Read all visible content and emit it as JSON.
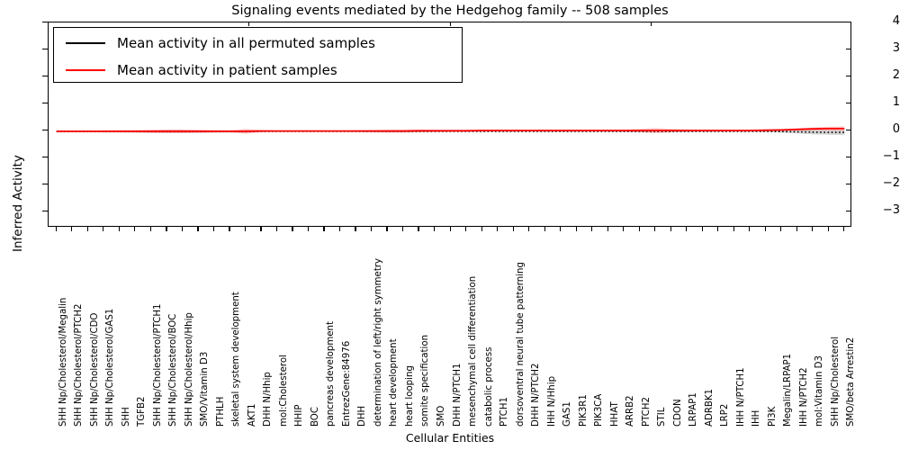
{
  "chart_data": {
    "type": "line",
    "title": "Signaling events mediated by the Hedgehog family -- 508 samples",
    "xlabel": "Cellular Entities",
    "ylabel": "Inferred Activity",
    "ylim": [
      -3.6,
      4.0
    ],
    "yticks": [
      -3,
      -2,
      -1,
      0,
      1,
      2,
      3,
      4
    ],
    "grid": false,
    "legend_position": "upper left",
    "n_samples": 508,
    "categories": [
      "SHH Np/Cholesterol/Megalin",
      "SHH Np/Cholesterol/PTCH2",
      "SHH Np/Cholesterol/CDO",
      "SHH Np/Cholesterol/GAS1",
      "SHH",
      "TGFB2",
      "SHH Np/Cholesterol/PTCH1",
      "SHH Np/Cholesterol/BOC",
      "SHH Np/Cholesterol/Hhip",
      "SMO/Vitamin D3",
      "PTHLH",
      "skeletal system development",
      "AKT1",
      "DHH N/Hhip",
      "mol:Cholesterol",
      "HHIP",
      "BOC",
      "pancreas development",
      "EntrezGene:84976",
      "DHH",
      "determination of left/right symmetry",
      "heart development",
      "heart looping",
      "somite specification",
      "SMO",
      "DHH N/PTCH1",
      "mesenchymal cell differentiation",
      "catabolic process",
      "PTCH1",
      "dorsoventral neural tube patterning",
      "DHH N/PTCH2",
      "IHH N/Hhip",
      "GAS1",
      "PIK3R1",
      "PIK3CA",
      "HHAT",
      "ARRB2",
      "PTCH2",
      "STIL",
      "CDON",
      "LRPAP1",
      "ADRBK1",
      "LRP2",
      "IHH N/PTCH1",
      "IHH",
      "PI3K",
      "Megalin/LRPAP1",
      "IHH N/PTCH2",
      "mol:Vitamin D3",
      "SHH Np/Cholesterol",
      "SMO/beta Arrestin2"
    ],
    "series": [
      {
        "name": "Mean activity in all permuted samples",
        "color": "#000000",
        "style": "dotted",
        "values": [
          -0.04,
          -0.04,
          -0.04,
          -0.04,
          -0.04,
          -0.04,
          -0.04,
          -0.04,
          -0.04,
          -0.04,
          -0.04,
          -0.04,
          -0.04,
          -0.03,
          -0.03,
          -0.03,
          -0.03,
          -0.03,
          -0.03,
          -0.03,
          -0.03,
          -0.03,
          -0.03,
          -0.03,
          -0.03,
          -0.03,
          -0.03,
          -0.03,
          -0.03,
          -0.03,
          -0.03,
          -0.03,
          -0.03,
          -0.03,
          -0.03,
          -0.03,
          -0.03,
          -0.03,
          -0.03,
          -0.03,
          -0.03,
          -0.03,
          -0.03,
          -0.03,
          -0.03,
          -0.03,
          -0.04,
          -0.05,
          -0.06,
          -0.07,
          -0.07
        ],
        "band_color": "#bfbfbf",
        "band_lower": [
          -0.06,
          -0.06,
          -0.06,
          -0.07,
          -0.07,
          -0.08,
          -0.09,
          -0.1,
          -0.1,
          -0.09,
          -0.08,
          -0.07,
          -0.09,
          -0.06,
          -0.05,
          -0.05,
          -0.05,
          -0.05,
          -0.05,
          -0.06,
          -0.07,
          -0.08,
          -0.08,
          -0.07,
          -0.06,
          -0.05,
          -0.05,
          -0.05,
          -0.05,
          -0.05,
          -0.05,
          -0.05,
          -0.05,
          -0.05,
          -0.05,
          -0.05,
          -0.06,
          -0.07,
          -0.08,
          -0.07,
          -0.06,
          -0.05,
          -0.05,
          -0.05,
          -0.05,
          -0.06,
          -0.08,
          -0.11,
          -0.14,
          -0.16,
          -0.17
        ],
        "band_upper": [
          -0.02,
          -0.02,
          -0.02,
          -0.01,
          -0.01,
          0.0,
          0.01,
          0.02,
          0.02,
          0.01,
          0.0,
          -0.01,
          0.02,
          -0.01,
          -0.01,
          -0.01,
          -0.01,
          -0.01,
          -0.01,
          0.0,
          0.01,
          0.02,
          0.02,
          0.01,
          0.0,
          -0.01,
          -0.01,
          -0.01,
          -0.01,
          -0.01,
          -0.01,
          -0.01,
          -0.01,
          -0.01,
          -0.01,
          -0.01,
          0.0,
          0.01,
          0.02,
          0.01,
          0.0,
          -0.01,
          -0.01,
          -0.01,
          -0.01,
          0.0,
          0.01,
          0.02,
          0.03,
          0.03,
          0.03
        ]
      },
      {
        "name": "Mean activity in patient samples",
        "color": "#ff0000",
        "style": "solid",
        "values": [
          -0.03,
          -0.03,
          -0.03,
          -0.03,
          -0.03,
          -0.03,
          -0.03,
          -0.03,
          -0.03,
          -0.03,
          -0.03,
          -0.03,
          -0.03,
          -0.02,
          -0.02,
          -0.02,
          -0.02,
          -0.02,
          -0.02,
          -0.02,
          -0.02,
          -0.02,
          -0.02,
          -0.01,
          -0.01,
          -0.01,
          -0.01,
          0.0,
          0.0,
          0.0,
          0.0,
          0.0,
          0.0,
          0.0,
          0.0,
          0.0,
          0.0,
          0.0,
          0.0,
          0.0,
          0.0,
          0.0,
          0.0,
          0.0,
          0.0,
          0.01,
          0.02,
          0.04,
          0.06,
          0.07,
          0.07
        ],
        "band_color": "#ff9c9c",
        "band_lower": [
          -0.05,
          -0.05,
          -0.05,
          -0.06,
          -0.07,
          -0.08,
          -0.09,
          -0.1,
          -0.1,
          -0.09,
          -0.08,
          -0.07,
          -0.12,
          -0.06,
          -0.04,
          -0.04,
          -0.04,
          -0.04,
          -0.04,
          -0.05,
          -0.06,
          -0.07,
          -0.07,
          -0.06,
          -0.04,
          -0.03,
          -0.03,
          -0.03,
          -0.03,
          -0.03,
          -0.03,
          -0.03,
          -0.03,
          -0.03,
          -0.03,
          -0.03,
          -0.05,
          -0.07,
          -0.1,
          -0.07,
          -0.04,
          -0.03,
          -0.03,
          -0.03,
          -0.03,
          -0.03,
          -0.02,
          0.0,
          0.0,
          -0.01,
          -0.02
        ],
        "band_upper": [
          -0.01,
          -0.01,
          -0.01,
          0.0,
          0.01,
          0.02,
          0.03,
          0.04,
          0.04,
          0.03,
          0.02,
          0.01,
          0.06,
          0.02,
          0.0,
          0.0,
          0.0,
          0.0,
          0.0,
          0.01,
          0.02,
          0.03,
          0.03,
          0.03,
          0.02,
          0.01,
          0.01,
          0.01,
          0.01,
          0.01,
          0.01,
          0.01,
          0.01,
          0.01,
          0.01,
          0.01,
          0.03,
          0.06,
          0.09,
          0.06,
          0.04,
          0.02,
          0.02,
          0.02,
          0.02,
          0.03,
          0.05,
          0.08,
          0.11,
          0.14,
          0.15
        ]
      }
    ],
    "legend": [
      {
        "label": "Mean activity in all permuted samples",
        "color": "#000000"
      },
      {
        "label": "Mean activity in patient samples",
        "color": "#ff0000"
      }
    ]
  }
}
